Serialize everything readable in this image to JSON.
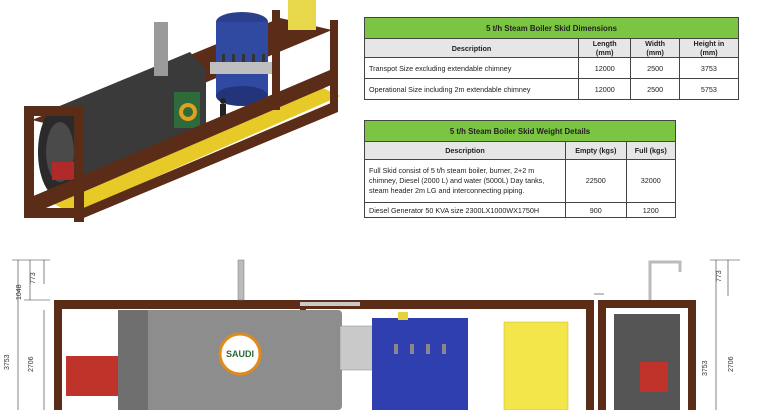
{
  "dimensions_table": {
    "title": "5 t/h Steam Boiler Skid Dimensions",
    "headers": [
      "Description",
      "Length (mm)",
      "Width (mm)",
      "Height in (mm)"
    ],
    "rows": [
      {
        "description": "Transpot Size excluding extendable chimney",
        "length": "12000",
        "width": "2500",
        "height": "3753"
      },
      {
        "description": "Operational Size including 2m extendable chimney",
        "length": "12000",
        "width": "2500",
        "height": "5753"
      }
    ]
  },
  "weight_table": {
    "title": "5 t/h Steam Boiler Skid Weight Details",
    "headers": [
      "Description",
      "Empty (kgs)",
      "Full (kgs)"
    ],
    "rows": [
      {
        "description": "Full Skid consist of 5  t/h steam boiler, burner, 2+2 m chimney, Diesel (2000 L) and water (5000L) Day tanks, steam header 2m LG and interconnecting piping.",
        "empty": "22500",
        "full": "32000"
      },
      {
        "description": "Diesel Generator 50 KVA size 2300LX1000WX1750H",
        "empty": "900",
        "full": "1200"
      }
    ]
  },
  "drawing": {
    "dim_3753": "3753",
    "dim_2706": "2706",
    "dim_1048": "1048",
    "dim_773": "773",
    "side_dim_3753": "3753",
    "side_dim_2706": "2706",
    "side_dim_773": "773",
    "logo_text": "SAUDI"
  }
}
